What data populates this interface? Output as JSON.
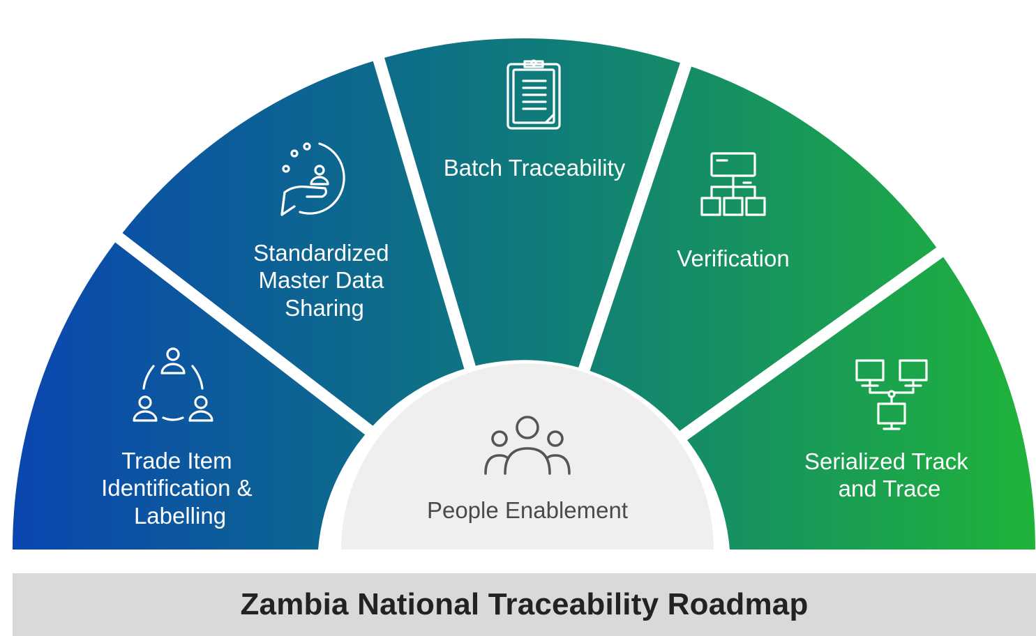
{
  "colors": {
    "gradient_start": "#0a46b0",
    "gradient_mid": "#0f7a7c",
    "gradient_end": "#20b33a",
    "center_fill": "#efefef",
    "footer_bg": "#d9d9d9"
  },
  "segments": [
    {
      "id": "trade",
      "lines": [
        "Trade Item",
        "Identification &",
        "Labelling"
      ],
      "icon": "people-cycle-icon"
    },
    {
      "id": "master",
      "lines": [
        "Standardized",
        "Master Data",
        "Sharing"
      ],
      "icon": "hand-sharing-icon"
    },
    {
      "id": "batch",
      "lines": [
        "Batch Traceability"
      ],
      "icon": "clipboard-icon"
    },
    {
      "id": "verification",
      "lines": [
        "Verification"
      ],
      "icon": "hierarchy-icon"
    },
    {
      "id": "serialized",
      "lines": [
        "Serialized Track",
        "and Trace"
      ],
      "icon": "network-computers-icon"
    }
  ],
  "center": {
    "label": "People Enablement",
    "icon": "group-people-icon"
  },
  "footer": {
    "title": "Zambia National Traceability Roadmap"
  }
}
